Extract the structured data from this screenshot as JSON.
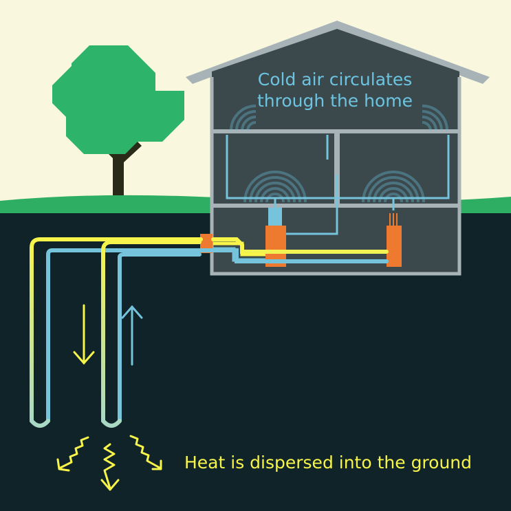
{
  "labels": {
    "house_line1": "Cold air circulates",
    "house_line2": "through the home",
    "ground": "Heat is dispersed into the ground"
  },
  "colors": {
    "sky": "#f9f7de",
    "grass": "#2eae63",
    "ground": "#0f2329",
    "tree_leaves": "#2eb36a",
    "tree_trunk": "#2a2a18",
    "house_wall": "#3b494d",
    "house_trim": "#a8b3b7",
    "cold_pipe": "#76c4dc",
    "warm_pipe": "#f7f44a",
    "equipment": "#ee7a30",
    "text_cold": "#6cc4e0",
    "text_heat": "#f7f44a"
  },
  "icons": [
    "tree",
    "house",
    "air-vent-icon",
    "heat-pump",
    "ground-loop",
    "arrow-down-icon",
    "arrow-up-icon",
    "heat-wave-icon"
  ]
}
